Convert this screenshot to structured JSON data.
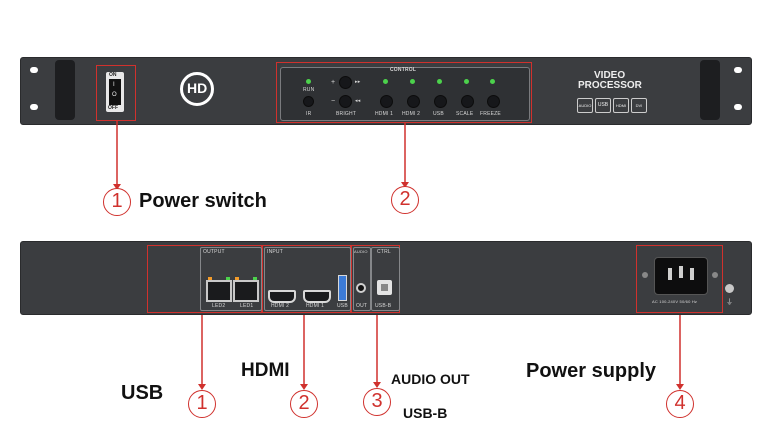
{
  "front_panel": {
    "switch": {
      "on": "ON",
      "i": "I",
      "o": "O",
      "off": "OFF"
    },
    "logo": "HD",
    "control": {
      "title": "CONTROL",
      "run": "RUN",
      "ir": "IR",
      "bright": "BRIGHT",
      "plus": "+",
      "minus": "−",
      "buttons": [
        "HDMI 1",
        "HDMI 2",
        "USB",
        "SCALE",
        "FREEZE"
      ]
    },
    "product": {
      "line1": "VIDEO",
      "line2": "PROCESSOR"
    },
    "badges": [
      "AUDIO",
      "USB",
      "HDMI",
      "DVI"
    ]
  },
  "rear_panel": {
    "output": {
      "title": "OUTPUT",
      "ports": [
        "LED2",
        "LED1"
      ]
    },
    "input": {
      "title": "INPUT",
      "ports": [
        "HDMI 2",
        "HDMI 1",
        "USB"
      ]
    },
    "audio": {
      "title": "AUDIO",
      "port": "OUT"
    },
    "ctrl": {
      "title": "CTRL",
      "port": "USB-B"
    },
    "power": {
      "rating": "AC 100-240V 50/60 Hz"
    }
  },
  "callouts": {
    "front_1": {
      "num": "1",
      "label": "Power switch"
    },
    "front_2": {
      "num": "2"
    },
    "rear_1": {
      "num": "1",
      "label": "USB"
    },
    "rear_2": {
      "num": "2",
      "label": "HDMI"
    },
    "rear_3": {
      "num": "3",
      "label_a": "AUDIO OUT",
      "label_b": "USB-B"
    },
    "rear_4": {
      "num": "4",
      "label": "Power supply"
    }
  },
  "colors": {
    "panel": "#3b3d40",
    "accent": "#d0312d",
    "led": "#4cd24c"
  }
}
